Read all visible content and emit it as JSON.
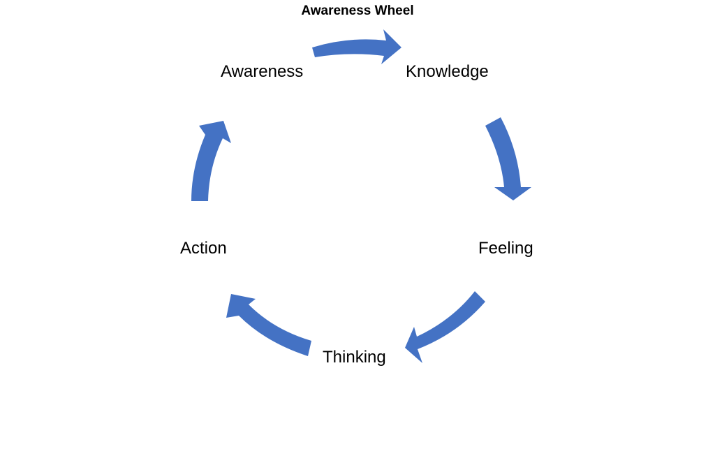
{
  "diagram": {
    "title": "Awareness Wheel",
    "arrow_color": "#4472C4",
    "stages": [
      {
        "label": "Awareness"
      },
      {
        "label": "Knowledge"
      },
      {
        "label": "Feeling"
      },
      {
        "label": "Thinking"
      },
      {
        "label": "Action"
      }
    ]
  }
}
